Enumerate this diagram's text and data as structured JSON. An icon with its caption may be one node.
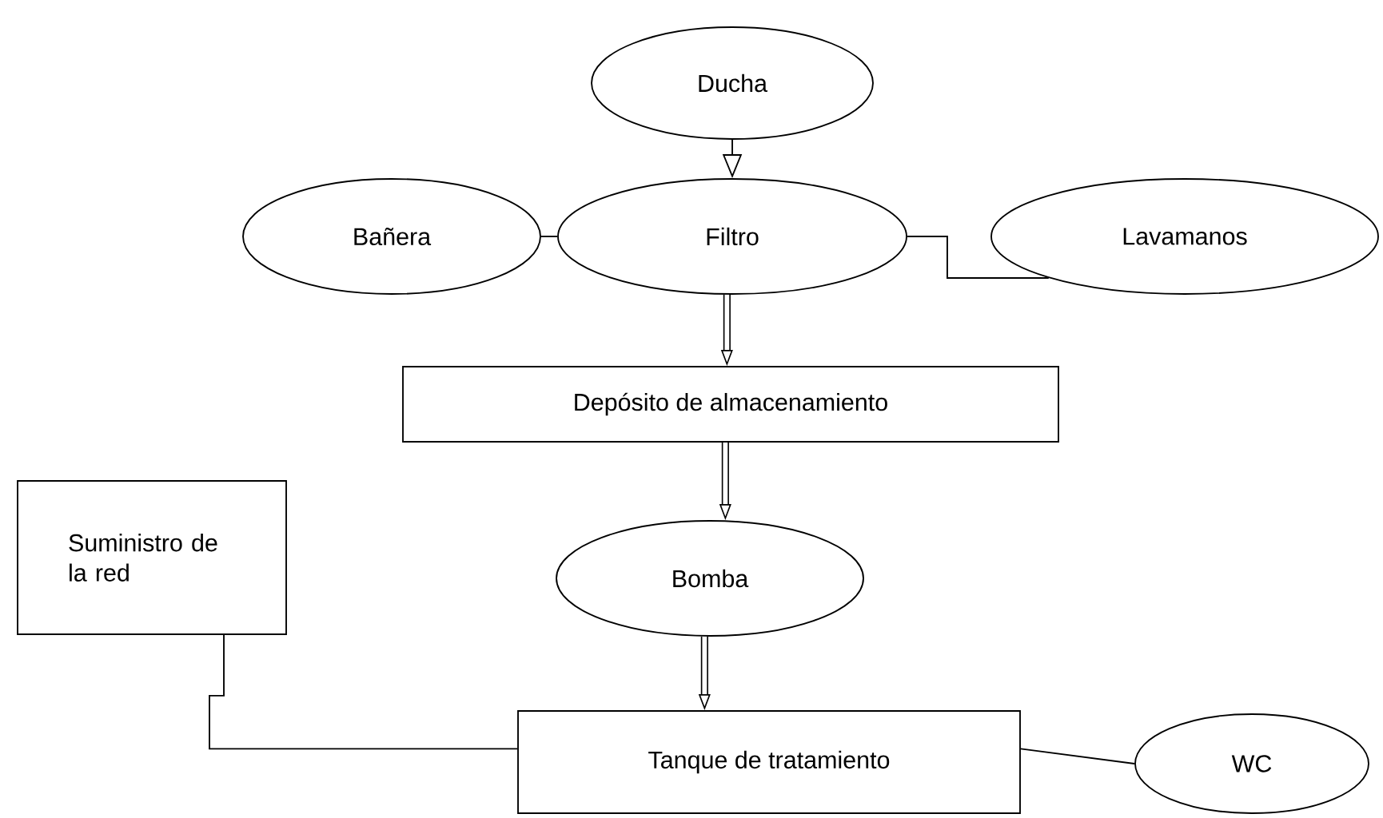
{
  "diagram": {
    "nodes": [
      {
        "text": [
          "Ducha"
        ]
      },
      {
        "text": [
          "Bañera"
        ]
      },
      {
        "text": [
          "Filtro"
        ]
      },
      {
        "text": [
          "Lavamanos"
        ]
      },
      {
        "text": [
          "Depósito de almacenamiento"
        ]
      },
      {
        "text": [
          "Suministro de la red"
        ]
      },
      {
        "text": [
          "Bomba"
        ]
      },
      {
        "text": [
          "Tanque de tratamiento"
        ]
      },
      {
        "text": [
          "WC"
        ]
      }
    ],
    "edges": [
      {
        "from": 0,
        "to": 2,
        "arrow": "to"
      },
      {
        "from": 1,
        "to": 2,
        "arrow": "none"
      },
      {
        "from": 2,
        "to": 3,
        "arrow": "none"
      },
      {
        "from": 2,
        "to": 4,
        "arrow": "to",
        "style": "thick"
      },
      {
        "from": 4,
        "to": 6,
        "arrow": "to",
        "style": "thick"
      },
      {
        "from": 6,
        "to": 7,
        "arrow": "to",
        "style": "thick"
      },
      {
        "from": 5,
        "to": 7,
        "arrow": "none"
      },
      {
        "from": 7,
        "to": 8,
        "arrow": "none"
      }
    ]
  }
}
